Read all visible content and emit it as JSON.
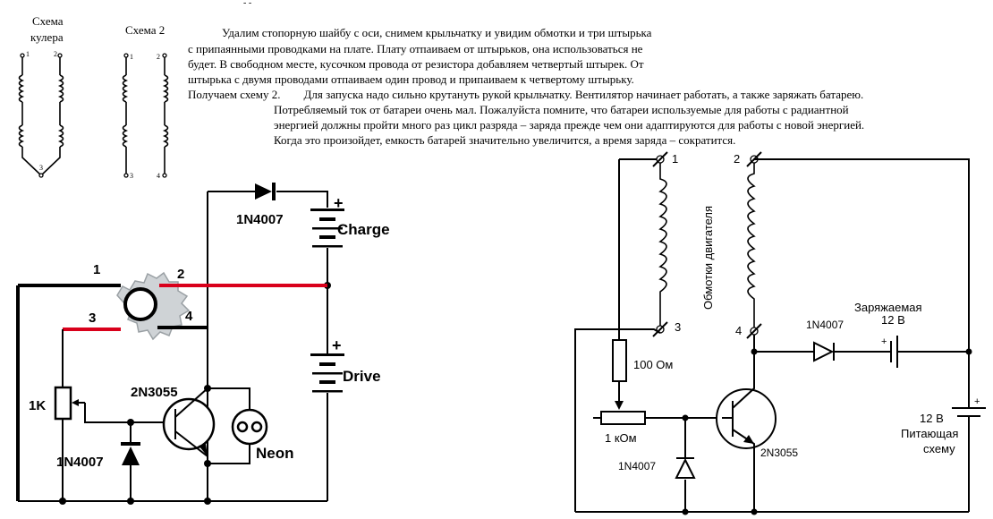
{
  "header_marks": "- -",
  "left_schematic": {
    "cooler_title_1": "Схема",
    "cooler_title_2": "кулера",
    "scheme2_title": "Схема 2",
    "pins": [
      "1",
      "2",
      "3",
      "4"
    ]
  },
  "description": {
    "lines": [
      "Удалим стопорную шайбу с оси, снимем крыльчатку и увидим обмотки и три штырька",
      "с припаянными проводками на плате. Плату отпаиваем от штырьков, она использоваться не",
      "будет. В свободном месте, кусочком провода от резистора добавляем четвертый штырек. От",
      "штырька с двумя проводами отпаиваем один провод и припаиваем к четвертому штырьку.",
      "Получаем схему 2.        Для запуска надо сильно крутануть рукой крыльчатку. Вентилятор начинает работать, а также заряжать батарею.",
      "Потребляемый ток от батареи очень мал. Пожалуйста помните, что батареи используемые для работы с радиантной",
      "энергией должны пройти много раз цикл разряда – заряда прежде чем они адаптируются для работы с новой энергией.",
      "Когда это произойдет, емкость батарей значительно увеличится, а время заряда – сократится."
    ]
  },
  "center_circuit": {
    "diode_top": "1N4007",
    "charge": "Charge",
    "drive": "Drive",
    "plus": "+",
    "wires": [
      "1",
      "2",
      "3",
      "4"
    ],
    "pot": "1K",
    "transistor": "2N3055",
    "neon": "Neon",
    "diode_bottom": "1N4007"
  },
  "right_circuit": {
    "pins": [
      "1",
      "2",
      "3",
      "4"
    ],
    "winding_label": "Обмотки двигателя",
    "resistor": "100 Ом",
    "pot": "1 кОм",
    "diode_bottom": "1N4007",
    "transistor": "2N3055",
    "diode_top": "1N4007",
    "charged_battery_1": "Заряжаемая",
    "charged_battery_2": "12 В",
    "plus": "+",
    "supply_1": "12 В",
    "supply_2": "Питающая",
    "supply_3": "схему"
  }
}
